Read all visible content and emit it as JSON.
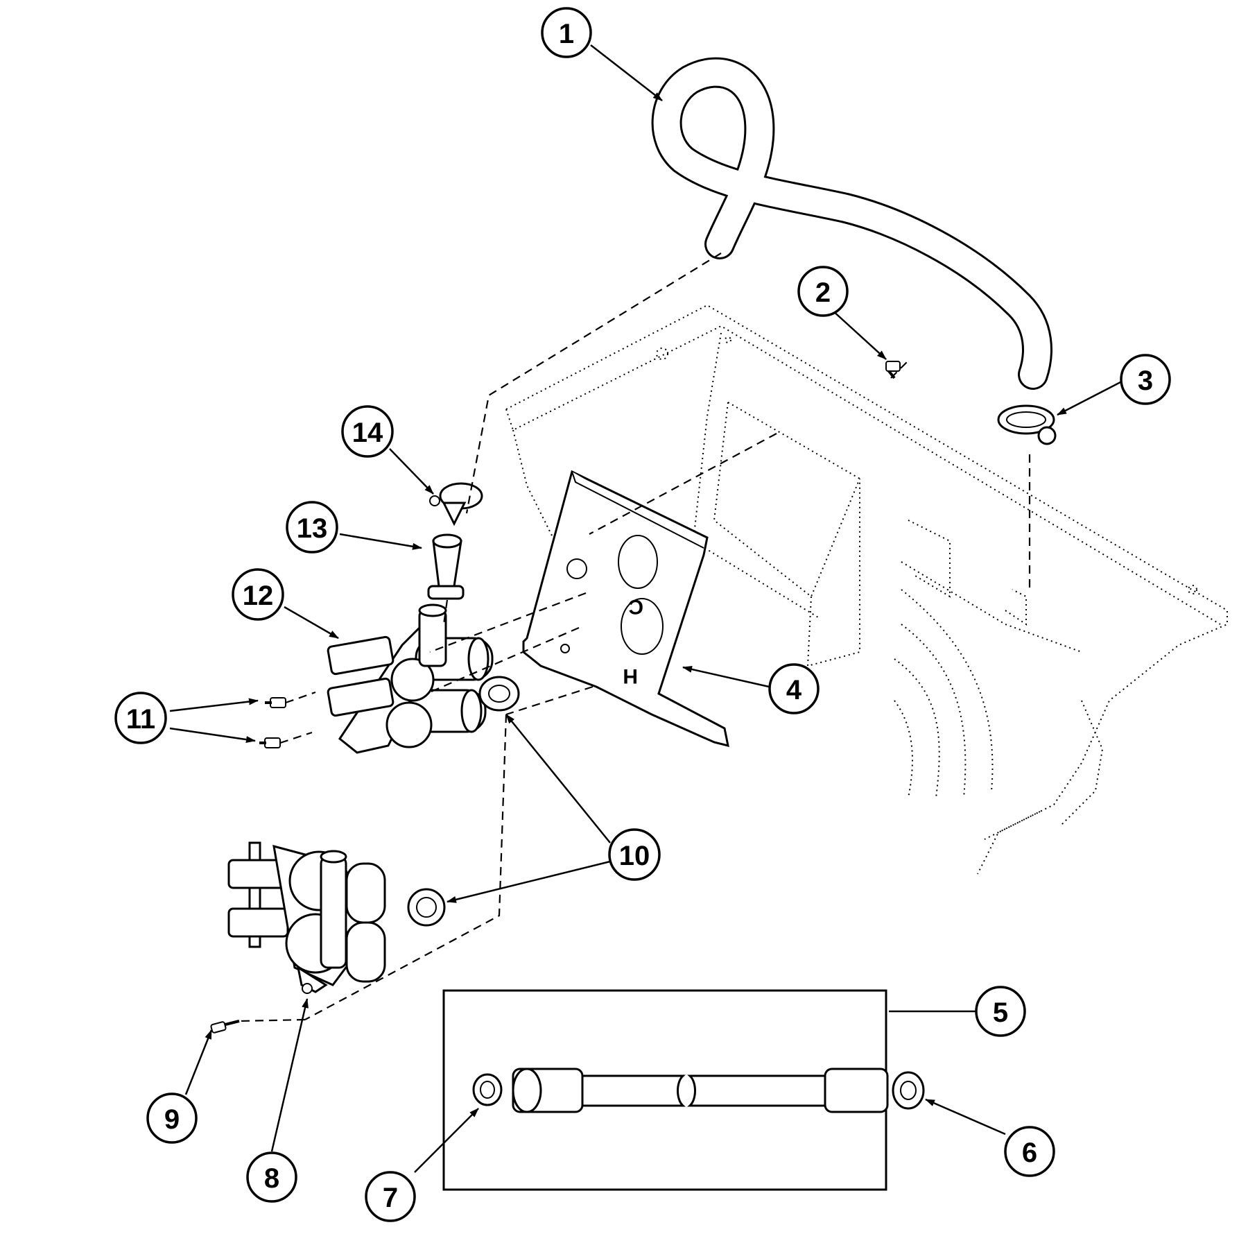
{
  "callouts": [
    {
      "id": "1",
      "label": "1"
    },
    {
      "id": "2",
      "label": "2"
    },
    {
      "id": "3",
      "label": "3"
    },
    {
      "id": "4",
      "label": "4"
    },
    {
      "id": "5",
      "label": "5"
    },
    {
      "id": "6",
      "label": "6"
    },
    {
      "id": "7",
      "label": "7"
    },
    {
      "id": "8",
      "label": "8"
    },
    {
      "id": "9",
      "label": "9"
    },
    {
      "id": "10",
      "label": "10"
    },
    {
      "id": "11",
      "label": "11"
    },
    {
      "id": "12",
      "label": "12"
    },
    {
      "id": "13",
      "label": "13"
    },
    {
      "id": "14",
      "label": "14"
    }
  ],
  "bracket_marks": {
    "cold": "C",
    "hot": "H"
  }
}
